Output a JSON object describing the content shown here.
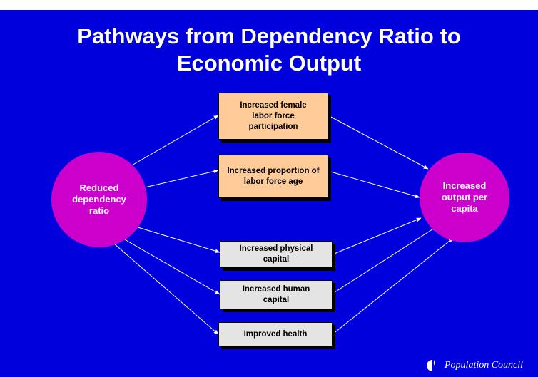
{
  "title": "Pathways from Dependency Ratio to Economic Output",
  "colors": {
    "background": "#0000dd",
    "circle": "#cc00cc",
    "orange_box": "#ffcc99",
    "gray_box": "#e4e4e4",
    "arrow": "#ffffff"
  },
  "source_node": {
    "label": "Reduced dependency ratio"
  },
  "target_node": {
    "label": "Increased output per capita"
  },
  "pathways": [
    {
      "label": "Increased female labor force participation",
      "style": "orange"
    },
    {
      "label": "Increased proportion of labor force age",
      "style": "orange"
    },
    {
      "label": "Increased physical capital",
      "style": "gray"
    },
    {
      "label": "Increased human capital",
      "style": "gray"
    },
    {
      "label": "Improved health",
      "style": "gray"
    }
  ],
  "logo": {
    "text": "Population Council",
    "icon": "population-council-logo-icon"
  }
}
